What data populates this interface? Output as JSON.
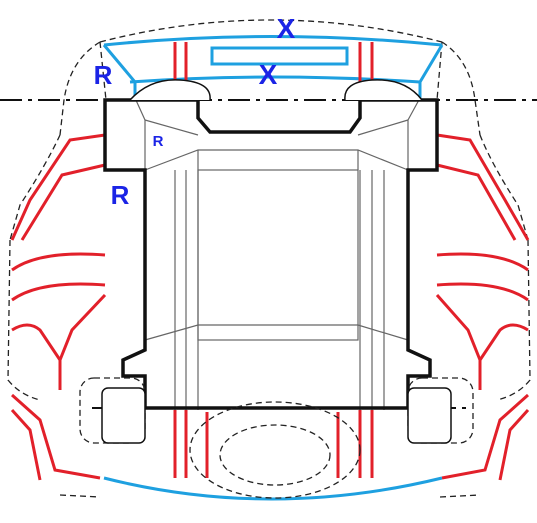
{
  "labels": {
    "x_top": "X",
    "x_inner": "X",
    "r_outer": "R",
    "r_inner": "R",
    "r_side": "R"
  },
  "colors": {
    "black_outline": "#111111",
    "red_body": "#e2202a",
    "blue_cyan": "#1ea0e0",
    "label_blue": "#1b24e6",
    "dash": "#222222",
    "gray_lines": "#666666"
  }
}
